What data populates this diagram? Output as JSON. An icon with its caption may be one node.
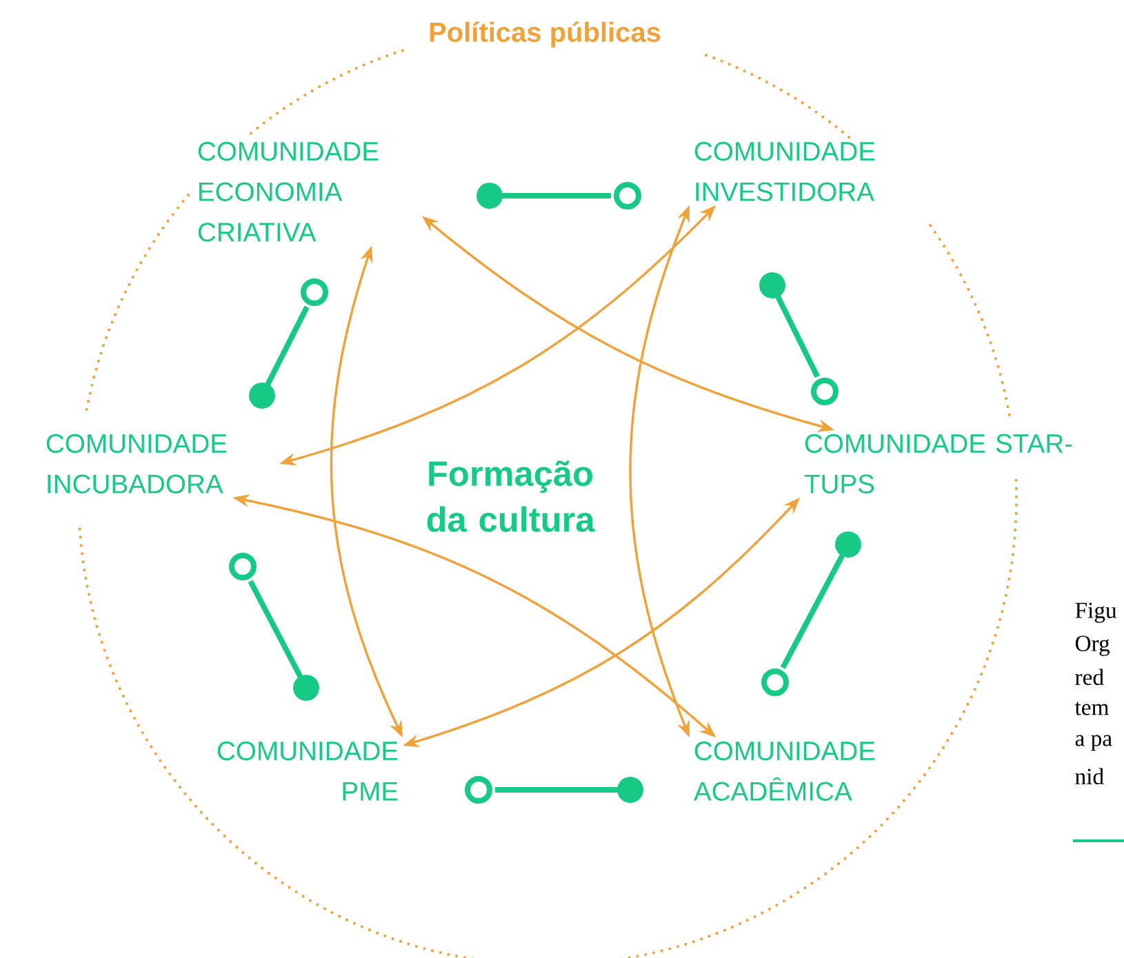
{
  "diagram": {
    "title": "Políticas públicas",
    "nodes": [
      {
        "text": [
          "COMUNIDADE ECONOMIA CRIATIVA"
        ]
      },
      {
        "text": [
          "COMUNIDADE INVESTIDORA"
        ]
      },
      {
        "text": [
          "COMUNIDADE INCUBADORA"
        ]
      },
      {
        "text": [
          "COMUNIDADE STAR-TUPS"
        ]
      },
      {
        "text": [
          "COMUNIDADE PME"
        ]
      },
      {
        "text": [
          "COMUNIDADE ACADÊMICA"
        ]
      }
    ],
    "edges": [
      {
        "from": 0,
        "to": 3,
        "arrow": "both"
      },
      {
        "from": 1,
        "to": 2,
        "arrow": "both"
      },
      {
        "from": 0,
        "to": 4,
        "arrow": "both"
      },
      {
        "from": 1,
        "to": 5,
        "arrow": "both"
      },
      {
        "from": 2,
        "to": 5,
        "arrow": "both"
      },
      {
        "from": 3,
        "to": 4,
        "arrow": "both"
      }
    ],
    "labels": [
      "Formação da cultura",
      "Figu",
      "Org",
      "red",
      "tem",
      "a pa",
      "nid"
    ]
  }
}
